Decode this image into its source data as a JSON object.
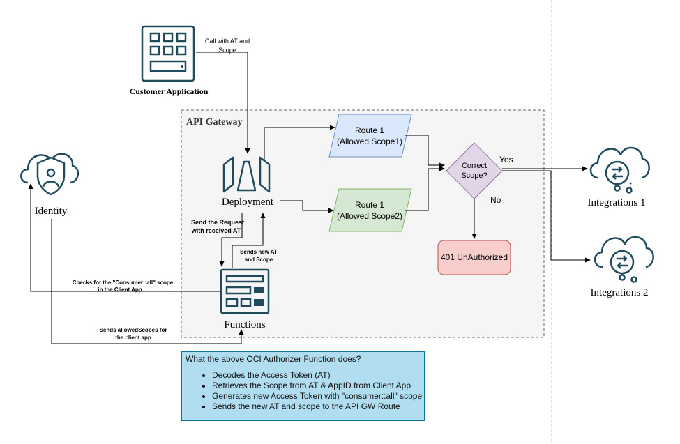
{
  "labels": {
    "customer_app": "Customer Application",
    "call_note_line1": "Call with AT and",
    "call_note_line2": "Scope",
    "api_gateway": "API Gateway",
    "deployment": "Deployment",
    "identity": "Identity",
    "functions": "Functions",
    "route1_line1": "Route 1",
    "route1_line2": "(Allowed Scope1)",
    "route2_line1": "Route 1",
    "route2_line2": "(Allowed Scope2)",
    "decision_line1": "Correct",
    "decision_line2": "Scope?",
    "yes": "Yes",
    "no": "No",
    "unauthorized": "401 UnAuthorized",
    "integrations1": "Integrations 1",
    "integrations2": "Integrations 2",
    "send_request_line1": "Send the Request",
    "send_request_line2": "with received AT",
    "sends_new_line1": "Sends  new AT",
    "sends_new_line2": "and Scope",
    "checks_line1": "Checks for the \"Consumer::all\" scope",
    "checks_line2": "in the Client App",
    "sends_allowed_line1": "Sends allowedScopes for",
    "sends_allowed_line2": "the client app"
  },
  "info": {
    "title": "What the above OCI Authorizer Function does?",
    "items": [
      "Decodes the Access Token (AT)",
      "Retrieves the Scope from AT & AppID from Client App",
      "Generates new Access Token with \"consumer::all\" scope",
      "Sends the new AT and scope to the API GW Route"
    ]
  },
  "colors": {
    "icon": "#1f4b5c",
    "route1_fill": "#dae8fc",
    "route1_stroke": "#6c8ebf",
    "route2_fill": "#d5e8d4",
    "route2_stroke": "#82b366",
    "decision_fill": "#e1d5e7",
    "decision_stroke": "#9673a6",
    "error_fill": "#f8cecc",
    "error_stroke": "#b85450",
    "info_fill": "#b1ddf0",
    "info_stroke": "#10739e"
  }
}
